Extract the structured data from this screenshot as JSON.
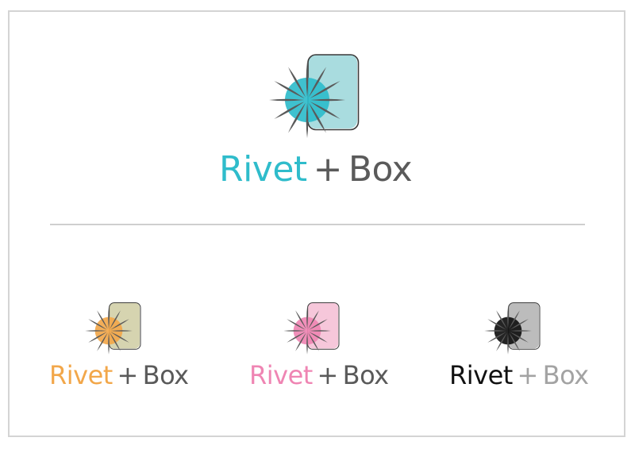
{
  "main_logo": {
    "word1": "Rivet",
    "plus": "+",
    "word2": "Box",
    "colors": {
      "word1": "#2fbccb",
      "word2": "#5a5a5a",
      "plus": "#5a5a5a",
      "circle": "#2fbccb",
      "box_fill": "#a9dcdf",
      "box_stroke": "#3a3a3a",
      "spokes": "#5a5a5a"
    }
  },
  "variants": [
    {
      "name": "orange",
      "word1": "Rivet",
      "plus": "+",
      "word2": "Box",
      "colors": {
        "word1": "#f2a74a",
        "word2": "#5a5a5a",
        "plus": "#5a5a5a",
        "circle": "#f2a74a",
        "box_fill": "#d6d4b0",
        "box_stroke": "#3a3a3a",
        "spokes": "#5a5a5a"
      }
    },
    {
      "name": "pink",
      "word1": "Rivet",
      "plus": "+",
      "word2": "Box",
      "colors": {
        "word1": "#ef85b3",
        "word2": "#5a5a5a",
        "plus": "#5a5a5a",
        "circle": "#ef85b3",
        "box_fill": "#f6c7da",
        "box_stroke": "#3a3a3a",
        "spokes": "#5a5a5a"
      }
    },
    {
      "name": "black",
      "word1": "Rivet",
      "plus": "+",
      "word2": "Box",
      "colors": {
        "word1": "#111111",
        "word2": "#a3a3a3",
        "plus": "#a3a3a3",
        "circle": "#111111",
        "box_fill": "#bcbcbc",
        "box_stroke": "#3a3a3a",
        "spokes": "#5a5a5a"
      }
    }
  ],
  "frame_color": "#d4d4d4",
  "divider_color": "#cfcfcf"
}
